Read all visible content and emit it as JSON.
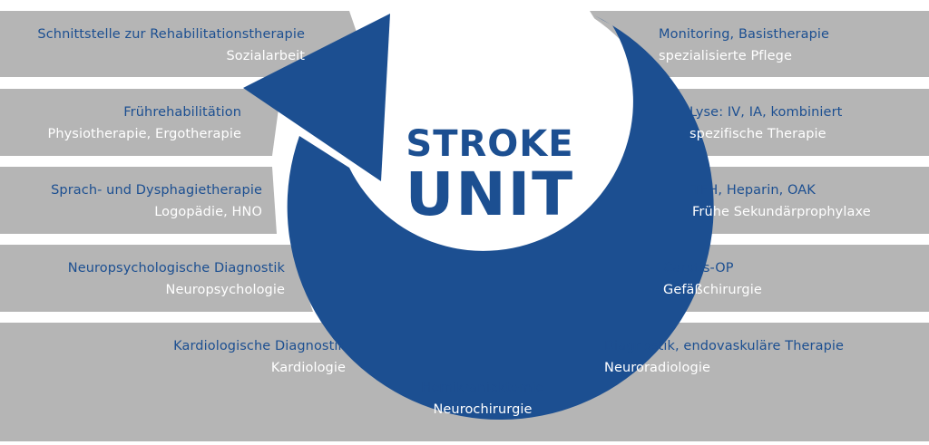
{
  "center": {
    "line1": "STROKE",
    "line2": "UNIT"
  },
  "left_items": [
    {
      "title": "Schnittstelle zur Rehabilitationstherapie",
      "sub": "Sozialarbeit"
    },
    {
      "title": "Frührehabilitätion",
      "sub": "Physiotherapie, Ergotherapie"
    },
    {
      "title": "Sprach- und Dysphagietherapie",
      "sub": "Logopädie, HNO"
    },
    {
      "title": "Neuropsychologische Diagnostik",
      "sub": "Neuropsychologie"
    },
    {
      "title": "Kardiologische Diagnostik",
      "sub": "Kardiologie"
    }
  ],
  "right_items": [
    {
      "title": "Monitoring, Basistherapie",
      "sub": "spezialisierte Pflege"
    },
    {
      "title": "Lyse: IV, IA, kombiniert",
      "sub": "spezifische Therapie"
    },
    {
      "title": "TFH, Heparin, OAK",
      "sub": "Frühe Sekundärprophylaxe"
    },
    {
      "title": "Carotis-OP",
      "sub": "Gefäßchirurgie"
    },
    {
      "title": "Diagnostik, endovaskuläre Therapie",
      "sub": "Neuroradiologie"
    }
  ],
  "bottom_item": {
    "title": "Hemikraniektomie",
    "sub": "Neurochirurgie"
  },
  "colors": {
    "band": "#b5b5b5",
    "arrow": "#1c4f91",
    "sub_text": "#ffffff",
    "background": "#ffffff"
  }
}
